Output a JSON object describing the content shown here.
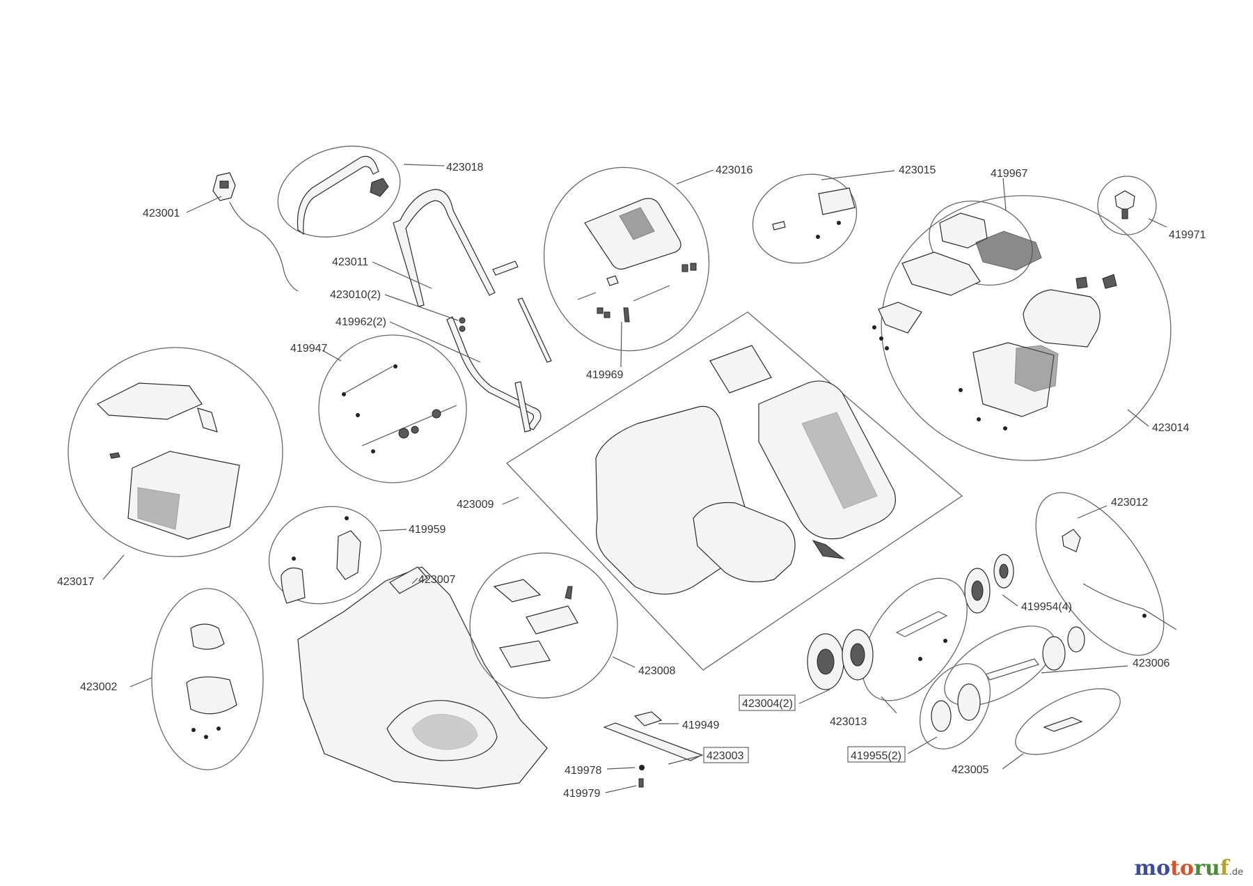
{
  "diagram": {
    "labels": {
      "p423001": "423001",
      "p423018": "423018",
      "p423011": "423011",
      "p423010": "423010(2)",
      "p419962": "419962(2)",
      "p423016": "423016",
      "p419969": "419969",
      "p423015": "423015",
      "p419967": "419967",
      "p419971": "419971",
      "p419947": "419947",
      "p423014": "423014",
      "p423009": "423009",
      "p423017": "423017",
      "p419959": "419959",
      "p423007": "423007",
      "p423002": "423002",
      "p423008": "423008",
      "p423012": "423012",
      "p419954": "419954(4)",
      "p423006": "423006",
      "p423004": "423004(2)",
      "p423013": "423013",
      "p419949": "419949",
      "p423003": "423003",
      "p419978": "419978",
      "p419979": "419979",
      "p419955": "419955(2)",
      "p423005": "423005"
    }
  },
  "watermark": {
    "part_a": "mo",
    "part_b": "to",
    "part_c": "ru",
    "part_d": "f",
    "tld": ".de"
  },
  "colors": {
    "line": "#555555",
    "label": "#333333",
    "watermark_blue": "#3a4aa8",
    "watermark_red": "#d94f2a",
    "watermark_green": "#4a8a3a",
    "watermark_yellow": "#b8a030"
  }
}
